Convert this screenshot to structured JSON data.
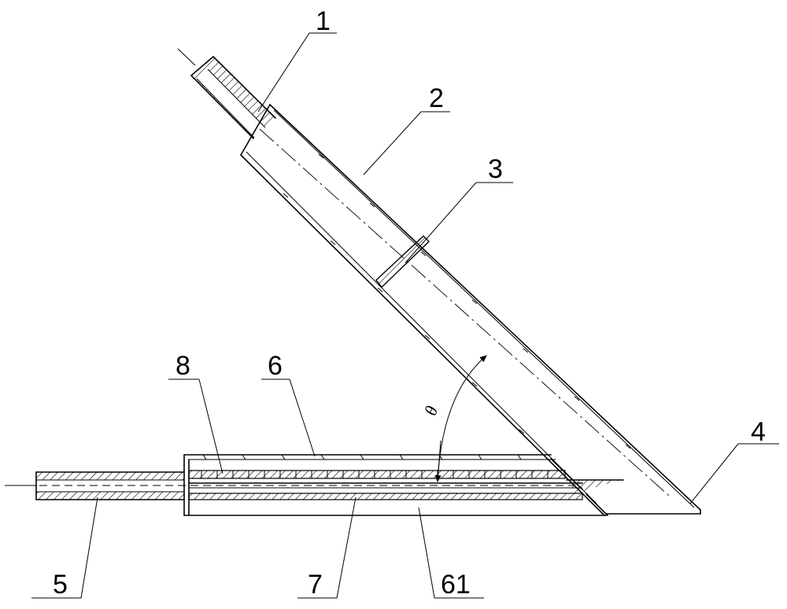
{
  "labels": {
    "l1": "1",
    "l2": "2",
    "l3": "3",
    "l4": "4",
    "l5": "5",
    "l6": "6",
    "l61": "61",
    "l7": "7",
    "l8": "8",
    "theta": "θ"
  }
}
